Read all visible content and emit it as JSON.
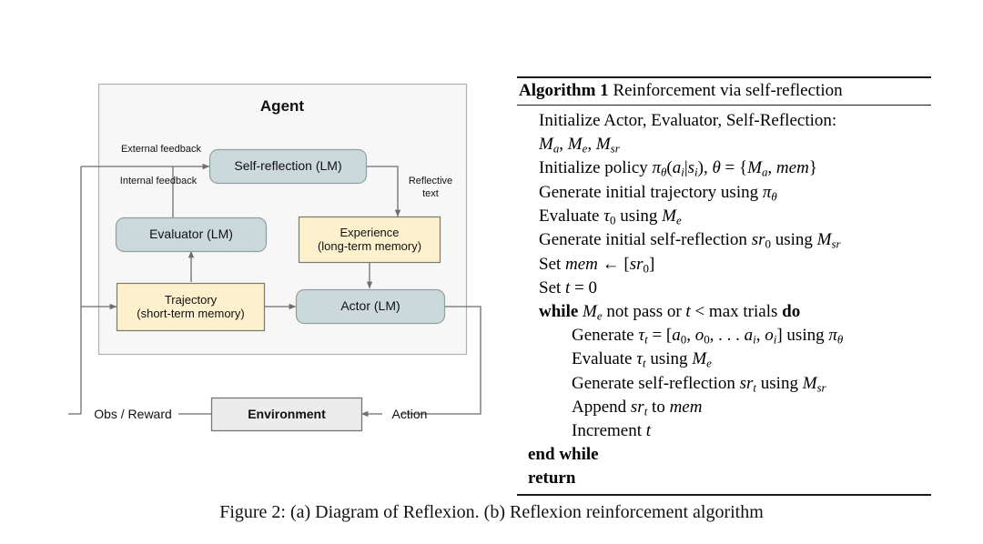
{
  "figure": {
    "caption": "Figure 2: (a) Diagram of Reflexion. (b) Reflexion reinforcement algorithm"
  },
  "diagram": {
    "title": "Agent",
    "nodes": [
      {
        "id": "self-reflection",
        "line1": "Self-reflection (LM)",
        "line2": "",
        "fill": "#ccd9dc",
        "shape": "rounded"
      },
      {
        "id": "evaluator",
        "line1": "Evaluator (LM)",
        "line2": "",
        "fill": "#ccd9dc",
        "shape": "rounded"
      },
      {
        "id": "experience",
        "line1": "Experience",
        "line2": "(long-term memory)",
        "fill": "#fdf0cc",
        "shape": "rect"
      },
      {
        "id": "trajectory",
        "line1": "Trajectory",
        "line2": "(short-term memory)",
        "fill": "#fdf0cc",
        "shape": "rect"
      },
      {
        "id": "actor",
        "line1": "Actor (LM)",
        "line2": "",
        "fill": "#ccd9dc",
        "shape": "rounded"
      },
      {
        "id": "environment",
        "line1": "Environment",
        "line2": "",
        "fill": "#ececec",
        "shape": "rect"
      }
    ],
    "edge_labels": {
      "external_feedback": "External feedback",
      "internal_feedback_line1": "Internal",
      "internal_feedback_line2": "feedback",
      "reflective_line1": "Reflective",
      "reflective_line2": "text"
    },
    "io_labels": {
      "obs_reward": "Obs / Reward",
      "action": "Action"
    },
    "colors": {
      "agent_panel_fill": "#f7f7f7",
      "agent_panel_stroke": "#b0b0b0",
      "blue_node": "#ccd9dc",
      "yellow_node": "#fdf0cc",
      "gray_node": "#ececec",
      "edge_stroke": "#6e6e6e",
      "node_stroke_dark": "#7a7a6a"
    }
  },
  "algorithm": {
    "number_label": "Algorithm 1",
    "title": "Reinforcement via self-reflection",
    "lines": [
      {
        "indent": 0,
        "plain": "Initialize Actor, Evaluator, Self-Reflection:"
      },
      {
        "indent": 0,
        "plain": "Ma, Me, Msr"
      },
      {
        "indent": 0,
        "plain": "Initialize policy πθ(ai|si), θ = {Ma, mem}"
      },
      {
        "indent": 0,
        "plain": "Generate initial trajectory using πθ"
      },
      {
        "indent": 0,
        "plain": "Evaluate τ0 using Me"
      },
      {
        "indent": 0,
        "plain": "Generate initial self-reflection sr0 using Msr"
      },
      {
        "indent": 0,
        "plain": "Set mem ← [sr0]"
      },
      {
        "indent": 0,
        "plain": "Set t = 0"
      },
      {
        "indent": 0,
        "plain": "while Me not pass or t < max trials do"
      },
      {
        "indent": 1,
        "plain": "Generate τt = [a0, o0, . . . ai, oi] using πθ"
      },
      {
        "indent": 1,
        "plain": "Evaluate τt using Me"
      },
      {
        "indent": 1,
        "plain": "Generate self-reflection srt using Msr"
      },
      {
        "indent": 1,
        "plain": "Append srt to mem"
      },
      {
        "indent": 1,
        "plain": "Increment t"
      },
      {
        "indent": 0,
        "plain": "end while"
      },
      {
        "indent": 0,
        "plain": "return"
      }
    ]
  }
}
